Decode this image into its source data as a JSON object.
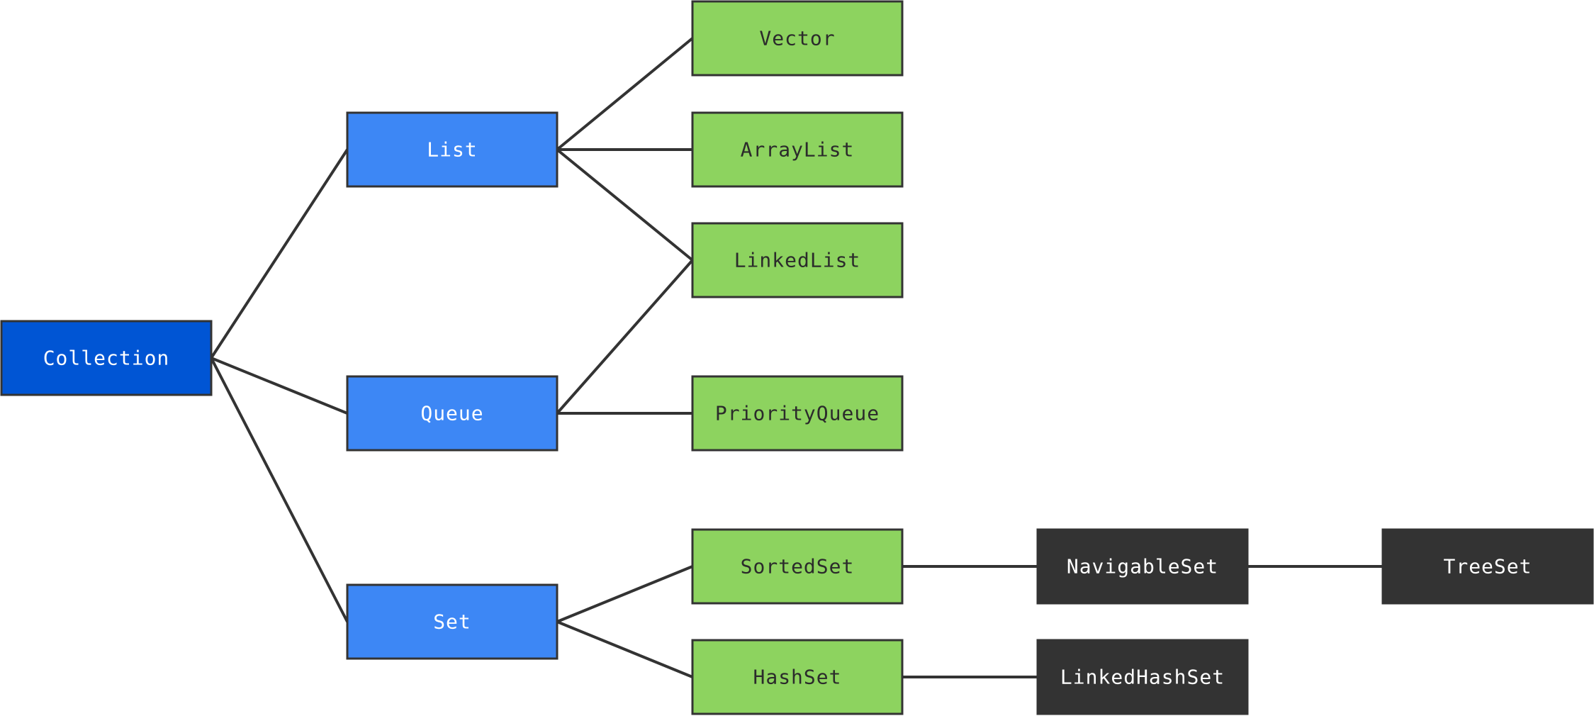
{
  "colors": {
    "root": "#0055d4",
    "interface": "#3d87f5",
    "implementation": "#8dd35f",
    "extension": "#333333",
    "edge": "#333333",
    "text_light": "#ffffff",
    "text_dark": "#2b2b2b"
  },
  "nodes": [
    {
      "id": "collection",
      "label": "Collection",
      "kind": "root"
    },
    {
      "id": "list",
      "label": "List",
      "kind": "interface"
    },
    {
      "id": "queue",
      "label": "Queue",
      "kind": "interface"
    },
    {
      "id": "set",
      "label": "Set",
      "kind": "interface"
    },
    {
      "id": "vector",
      "label": "Vector",
      "kind": "implementation"
    },
    {
      "id": "arraylist",
      "label": "ArrayList",
      "kind": "implementation"
    },
    {
      "id": "linkedlist",
      "label": "LinkedList",
      "kind": "implementation"
    },
    {
      "id": "priorityqueue",
      "label": "PriorityQueue",
      "kind": "implementation"
    },
    {
      "id": "sortedset",
      "label": "SortedSet",
      "kind": "implementation"
    },
    {
      "id": "hashset",
      "label": "HashSet",
      "kind": "implementation"
    },
    {
      "id": "navigableset",
      "label": "NavigableSet",
      "kind": "extension"
    },
    {
      "id": "linkedhashset",
      "label": "LinkedHashSet",
      "kind": "extension"
    },
    {
      "id": "treeset",
      "label": "TreeSet",
      "kind": "extension"
    }
  ],
  "edges": [
    [
      "collection",
      "list"
    ],
    [
      "collection",
      "queue"
    ],
    [
      "collection",
      "set"
    ],
    [
      "list",
      "vector"
    ],
    [
      "list",
      "arraylist"
    ],
    [
      "list",
      "linkedlist"
    ],
    [
      "queue",
      "linkedlist"
    ],
    [
      "queue",
      "priorityqueue"
    ],
    [
      "set",
      "sortedset"
    ],
    [
      "set",
      "hashset"
    ],
    [
      "sortedset",
      "navigableset"
    ],
    [
      "navigableset",
      "treeset"
    ],
    [
      "hashset",
      "linkedhashset"
    ]
  ]
}
